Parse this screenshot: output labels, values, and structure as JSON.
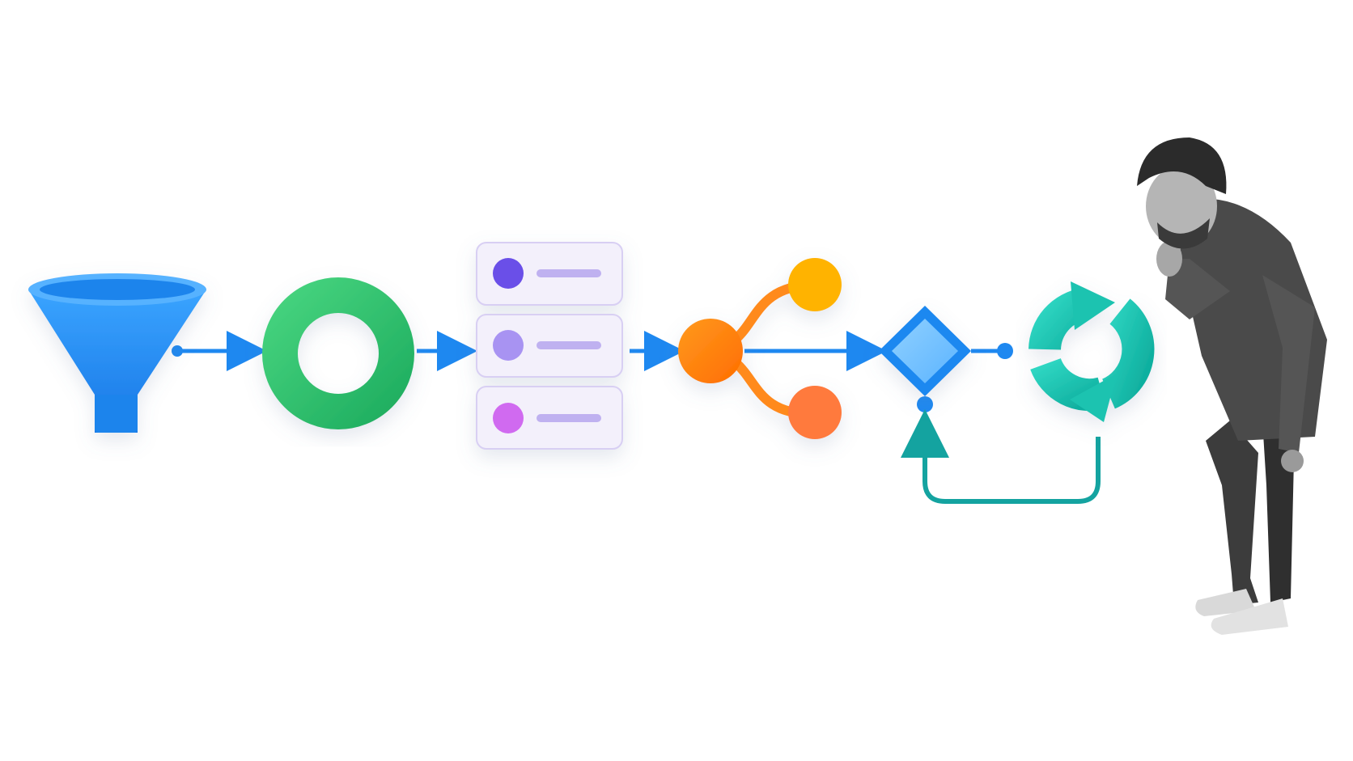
{
  "diagram": {
    "nodes": [
      {
        "id": "funnel",
        "icon": "funnel-icon",
        "color": "#1E88F0"
      },
      {
        "id": "ring",
        "icon": "ring-icon",
        "color": "#2FC06A"
      },
      {
        "id": "list-card",
        "icon": "list-card-icon",
        "items": [
          {
            "dot_color": "#6A4FE8"
          },
          {
            "dot_color": "#A893F2"
          },
          {
            "dot_color": "#D06BF0"
          }
        ]
      },
      {
        "id": "branch",
        "icon": "branch-icon",
        "color": "#FF7A00",
        "leaf_colors": [
          "#FFB300",
          "#FF7A3D"
        ]
      },
      {
        "id": "decision",
        "icon": "diamond-icon",
        "color": "#1E88F0"
      },
      {
        "id": "cycle",
        "icon": "refresh-cycle-icon",
        "color": "#1CC3B0"
      }
    ],
    "connector_color": "#1E88F0",
    "loop_color": "#14A3A0",
    "person": {
      "icon": "person-leaning-icon"
    }
  }
}
